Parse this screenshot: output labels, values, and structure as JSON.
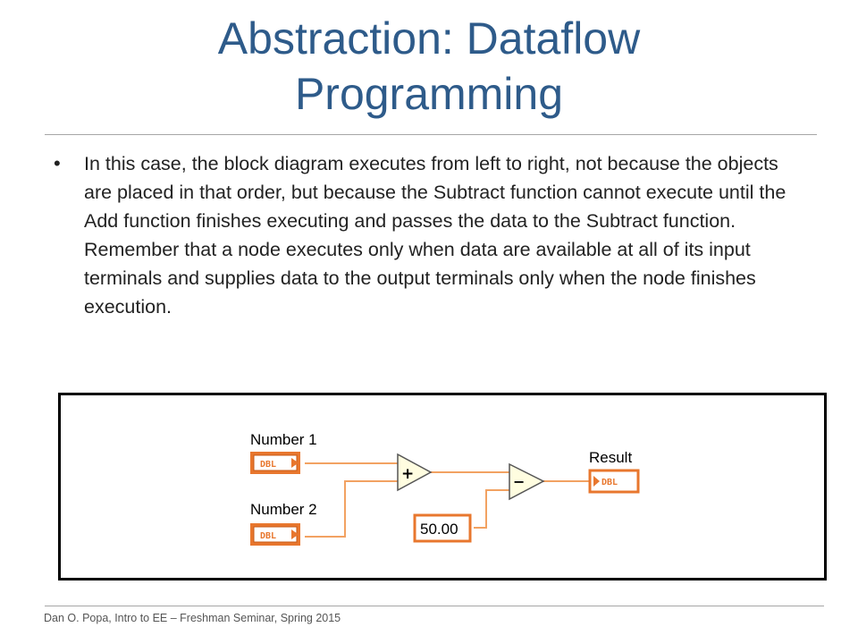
{
  "slide": {
    "title_line1": "Abstraction: Dataflow",
    "title_line2": "Programming",
    "bullet": "In this case, the block diagram executes from left to right, not because the objects are placed in that order, but because the Subtract function cannot execute until the Add function finishes executing and passes the data to the Subtract function. Remember that a node executes only when data are available at all of its input terminals and supplies data to the output terminals only when the node finishes execution.",
    "footer": "Dan O. Popa, Intro to EE – Freshman Seminar, Spring 2015"
  },
  "diagram": {
    "control1_label": "Number 1",
    "control2_label": "Number 2",
    "indicator_label": "Result",
    "type_label": "DBL",
    "constant_value": "50.00",
    "add_symbol": "+",
    "subtract_symbol": "−",
    "wire_color": "#f2a262",
    "terminal_color": "#e8772e",
    "node_fill": "#fffde0"
  }
}
